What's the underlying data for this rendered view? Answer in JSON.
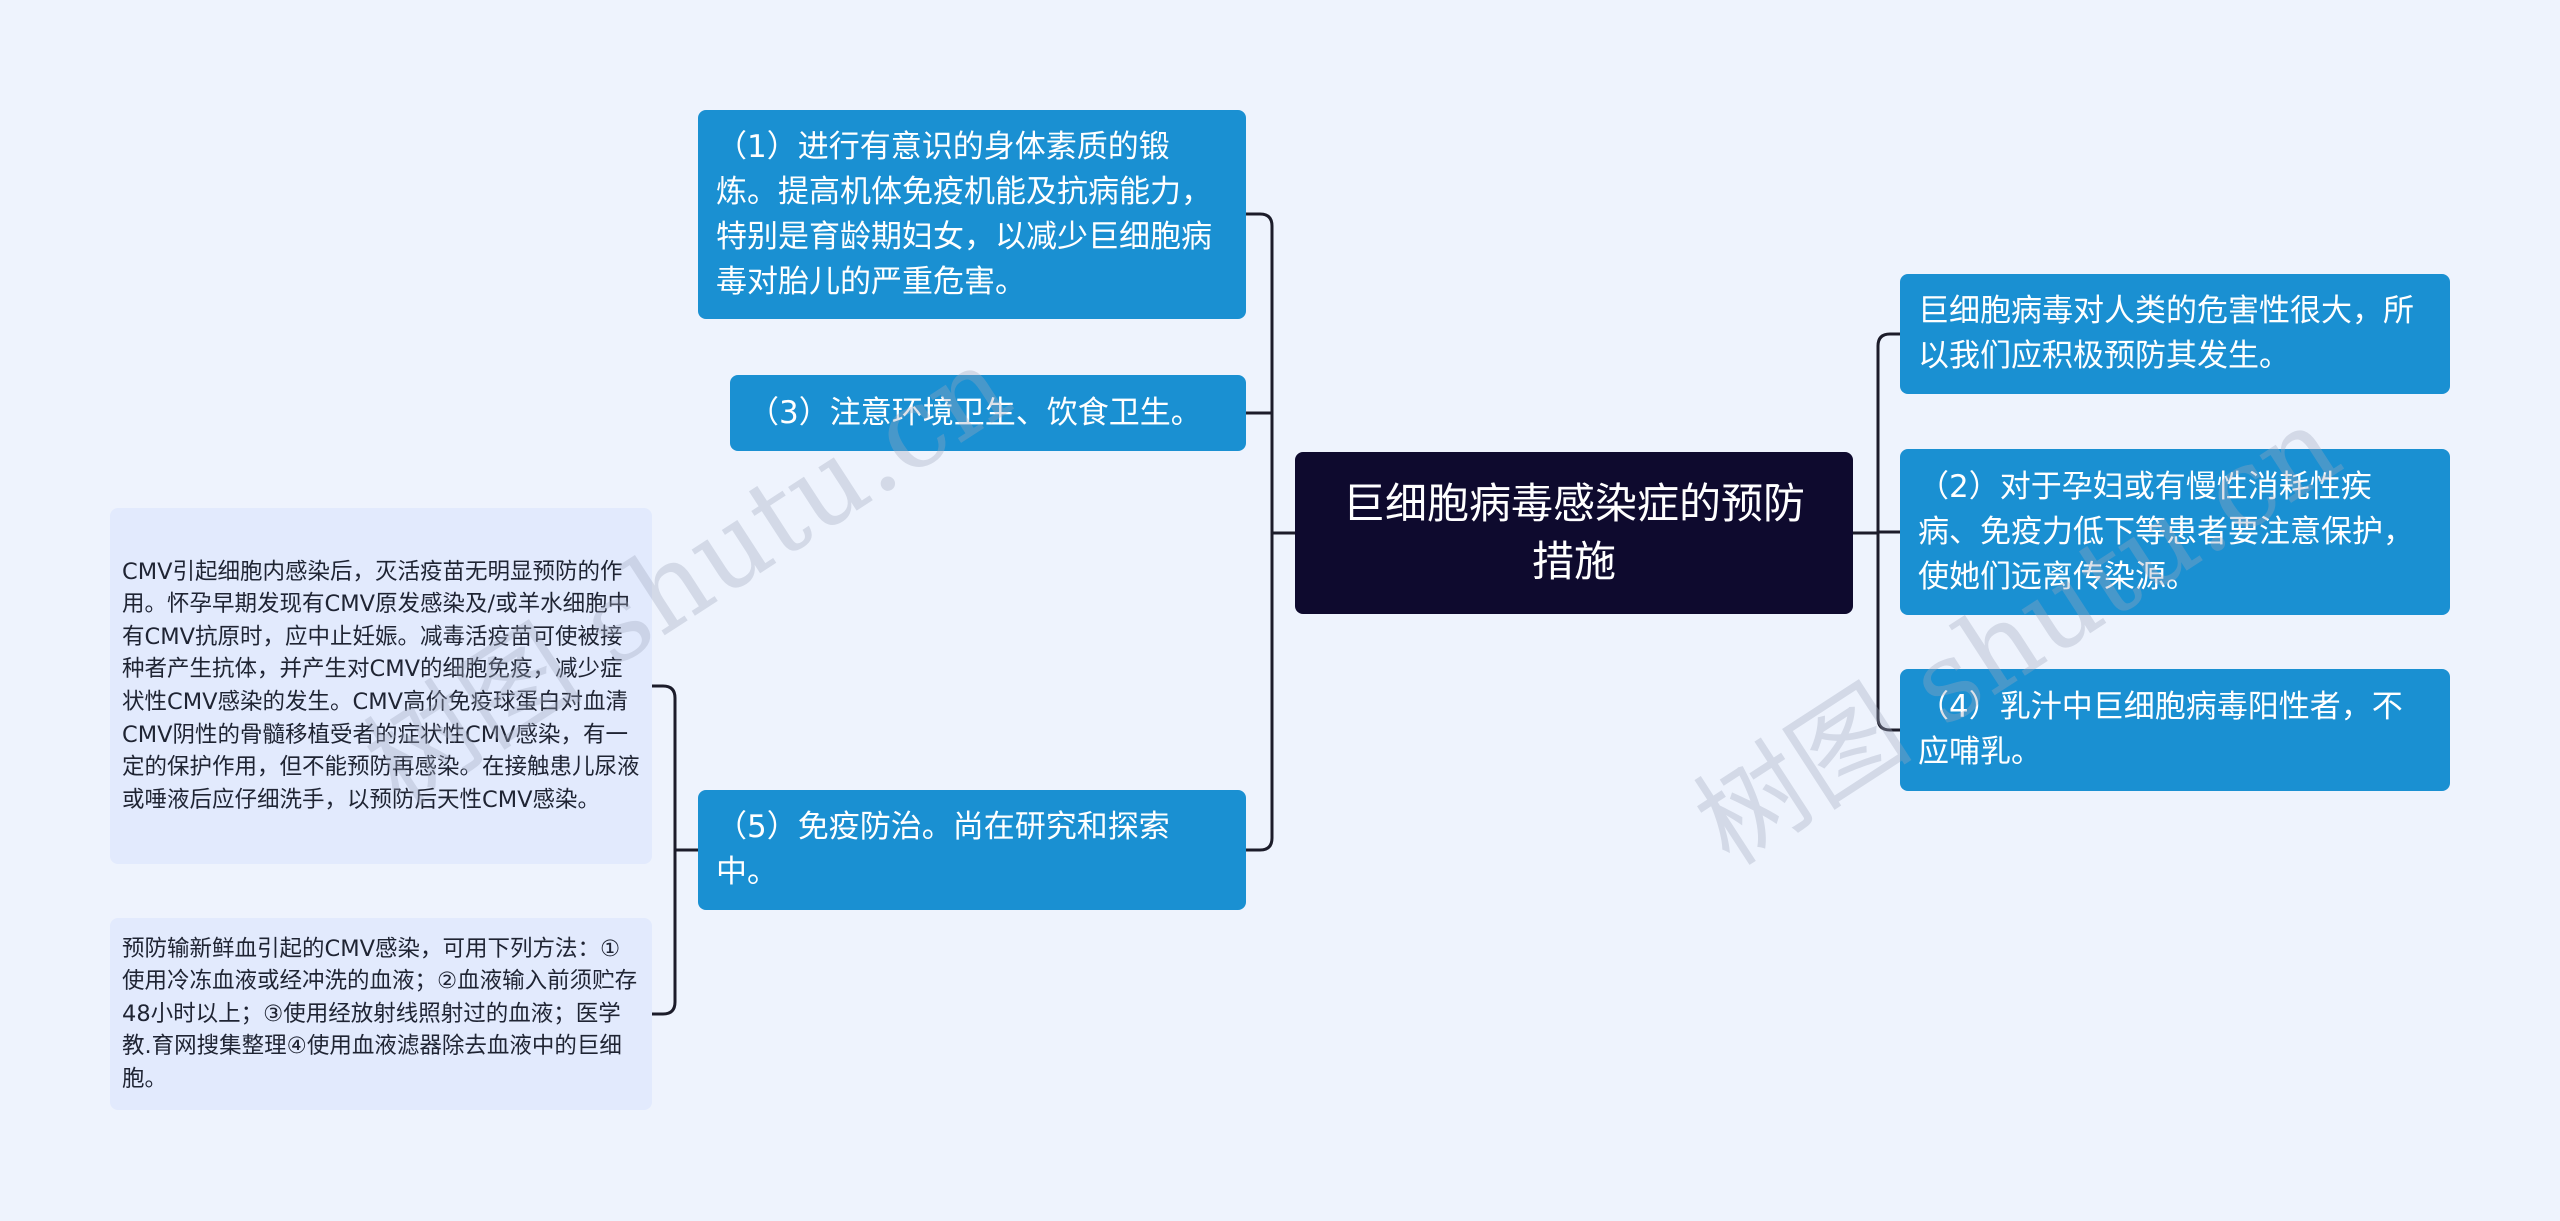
{
  "root": {
    "text": "巨细胞病毒感染症的预防措施"
  },
  "left_branches": [
    {
      "text": "（1）进行有意识的身体素质的锻炼。提高机体免疫机能及抗病能力，特别是育龄期妇女，以减少巨细胞病毒对胎儿的严重危害。"
    },
    {
      "text": "（3）注意环境卫生、饮食卫生。"
    },
    {
      "text": "（5）免疫防治。尚在研究和探索中。"
    }
  ],
  "right_branches": [
    {
      "text": "巨细胞病毒对人类的危害性很大，所以我们应积极预防其发生。"
    },
    {
      "text": "（2）对于孕妇或有慢性消耗性疾病、免疫力低下等患者要注意保护，使她们远离传染源。"
    },
    {
      "text": "（4）乳汁中巨细胞病毒阳性者，不应哺乳。"
    }
  ],
  "immunization_details": [
    {
      "text": "CMV引起细胞内感染后，灭活疫苗无明显预防的作用。怀孕早期发现有CMV原发感染及/或羊水细胞中有CMV抗原时，应中止妊娠。减毒活疫苗可使被接种者产生抗体，并产生对CMV的细胞免疫，减少症状性CMV感染的发生。CMV高价免疫球蛋白对血清CMV阴性的骨髓移植受者的症状性CMV感染，有一定的保护作用，但不能预防再感染。在接触患儿尿液或唾液后应仔细洗手，以预防后天性CMV感染。"
    },
    {
      "text": "预防输新鲜血引起的CMV感染，可用下列方法：①使用冷冻血液或经冲洗的血液；②血液输入前须贮存48小时以上；③使用经放射线照射过的血液；医学教.育网搜集整理④使用血液滤器除去血液中的巨细胞。"
    }
  ],
  "watermarks": [
    "树图 shutu.cn",
    "树图 shutu.cn"
  ],
  "colors": {
    "background": "#eef3fd",
    "root_fill": "#0e0a2e",
    "branch_fill": "#1a90d2",
    "leaf_fill": "#e2eafd",
    "connector": "#1c1c2a"
  }
}
